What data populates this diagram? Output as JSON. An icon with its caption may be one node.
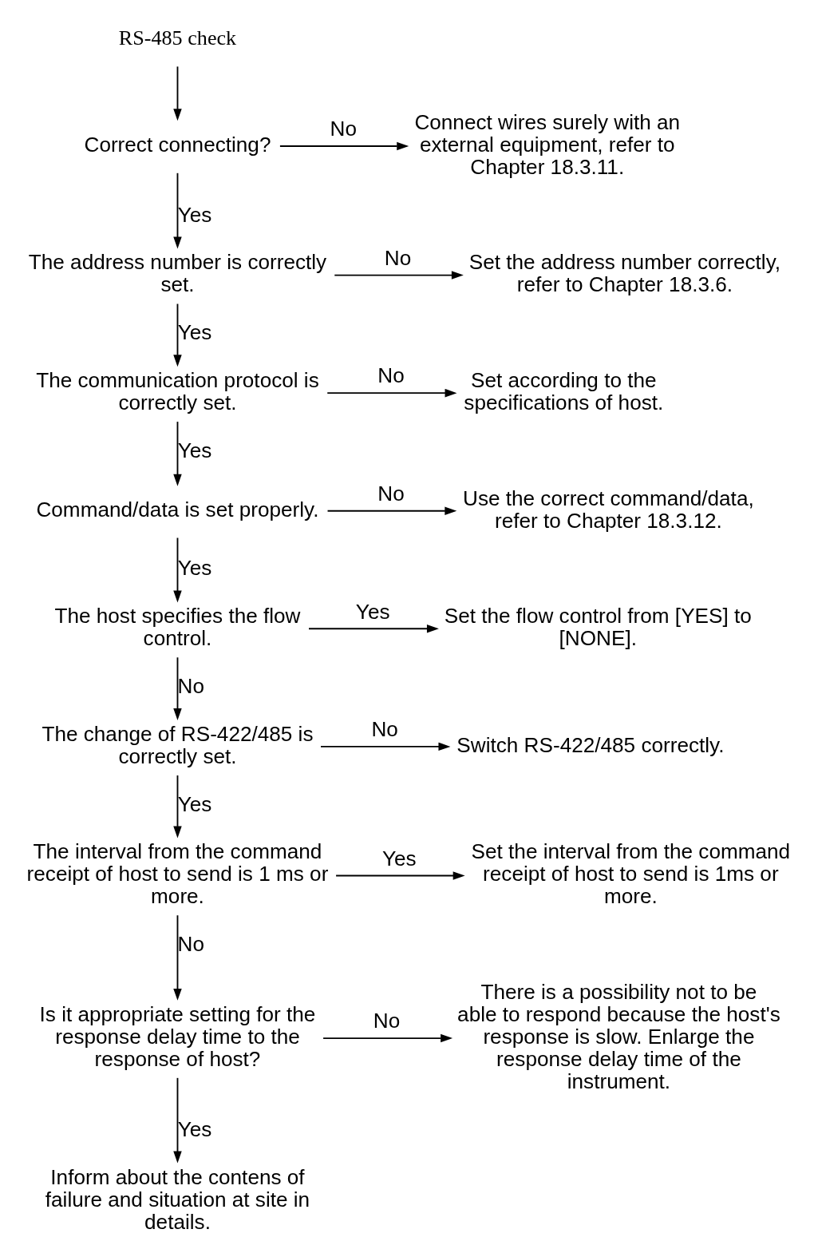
{
  "diagram": {
    "nodes": [
      {
        "text": [
          "RS-485 check"
        ]
      },
      {
        "text": [
          "Correct connecting?"
        ]
      },
      {
        "text": [
          "Connect wires surely with an external equipment, refer to Chapter 18.3.11."
        ]
      },
      {
        "text": [
          "The address number is correctly set."
        ]
      },
      {
        "text": [
          "Set the address number correctly, refer to Chapter 18.3.6."
        ]
      },
      {
        "text": [
          "The communication protocol is correctly set."
        ]
      },
      {
        "text": [
          "Set according to the specifications of host."
        ]
      },
      {
        "text": [
          "Command/data is set properly."
        ]
      },
      {
        "text": [
          "Use the correct command/data, refer to Chapter 18.3.12."
        ]
      },
      {
        "text": [
          "The host specifies the flow control."
        ]
      },
      {
        "text": [
          "Set the flow control from [YES] to [NONE]."
        ]
      },
      {
        "text": [
          "The change of RS-422/485 is correctly set."
        ]
      },
      {
        "text": [
          "Switch RS-422/485 correctly."
        ]
      },
      {
        "text": [
          "The interval from the command receipt of host to send is 1 ms or more."
        ]
      },
      {
        "text": [
          "Set the interval from the command receipt of host to send is 1ms or more."
        ]
      },
      {
        "text": [
          "Is it appropriate setting for the response delay time to the response of host?"
        ]
      },
      {
        "text": [
          "There is a possibility not to be able to respond because the host's response is slow. Enlarge the response delay time of the instrument."
        ]
      },
      {
        "text": [
          "Inform about the contens of failure and situation at site in details."
        ]
      }
    ],
    "edges": [
      {
        "from": 0,
        "to": 1,
        "arrow": "to"
      },
      {
        "from": 1,
        "to": 2,
        "arrow": "to",
        "label": "No"
      },
      {
        "from": 1,
        "to": 3,
        "arrow": "to",
        "label": "Yes"
      },
      {
        "from": 3,
        "to": 4,
        "arrow": "to",
        "label": "No"
      },
      {
        "from": 3,
        "to": 5,
        "arrow": "to",
        "label": "Yes"
      },
      {
        "from": 5,
        "to": 6,
        "arrow": "to",
        "label": "No"
      },
      {
        "from": 5,
        "to": 7,
        "arrow": "to",
        "label": "Yes"
      },
      {
        "from": 7,
        "to": 8,
        "arrow": "to",
        "label": "No"
      },
      {
        "from": 7,
        "to": 9,
        "arrow": "to",
        "label": "Yes"
      },
      {
        "from": 9,
        "to": 10,
        "arrow": "to",
        "label": "Yes"
      },
      {
        "from": 9,
        "to": 11,
        "arrow": "to",
        "label": "No"
      },
      {
        "from": 11,
        "to": 12,
        "arrow": "to",
        "label": "No"
      },
      {
        "from": 11,
        "to": 13,
        "arrow": "to",
        "label": "Yes"
      },
      {
        "from": 13,
        "to": 14,
        "arrow": "to",
        "label": "Yes"
      },
      {
        "from": 13,
        "to": 15,
        "arrow": "to",
        "label": "No"
      },
      {
        "from": 15,
        "to": 16,
        "arrow": "to",
        "label": "No"
      },
      {
        "from": 15,
        "to": 17,
        "arrow": "to",
        "label": "Yes"
      }
    ]
  }
}
